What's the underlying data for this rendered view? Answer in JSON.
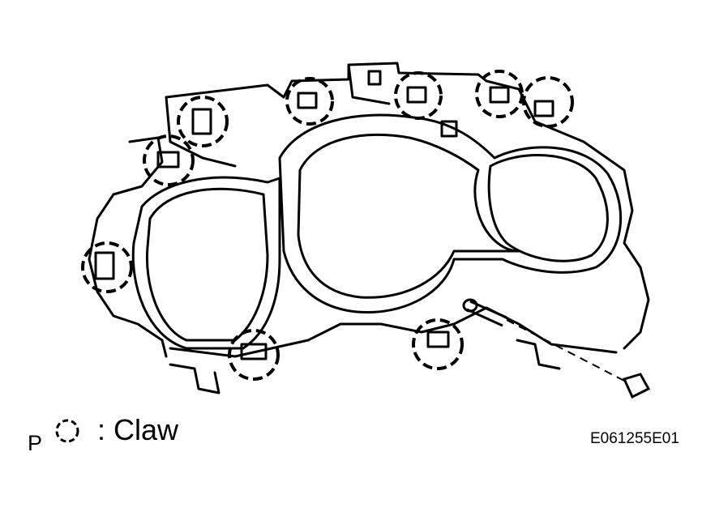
{
  "legend": {
    "prefix": "P",
    "symbol": "claw-marker-icon",
    "label": ": Claw"
  },
  "figure_id": "E061255E01",
  "colors": {
    "line": "#000000",
    "background": "#ffffff"
  }
}
